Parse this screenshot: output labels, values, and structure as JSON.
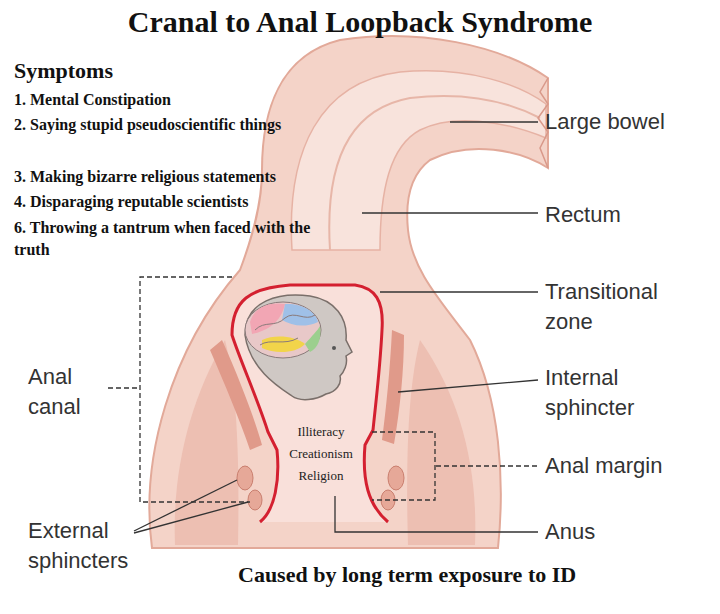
{
  "diagram": {
    "title": "Cranal to Anal Loopback Syndrome",
    "caption": "Caused by long term exposure to ID",
    "labels": [
      "Symptoms",
      "1. Mental Constipation",
      "2. Saying stupid pseudoscientific things",
      "3. Making bizarre religious statements",
      "4. Disparaging reputable scientists",
      "6. Throwing a tantrum when faced with the truth",
      "Large bowel",
      "Rectum",
      "Transitional zone",
      "Anal canal",
      "Internal sphincter",
      "Illiteracy",
      "Creationism",
      "Religion",
      "Anal margin",
      "External sphincters",
      "Anus"
    ]
  }
}
